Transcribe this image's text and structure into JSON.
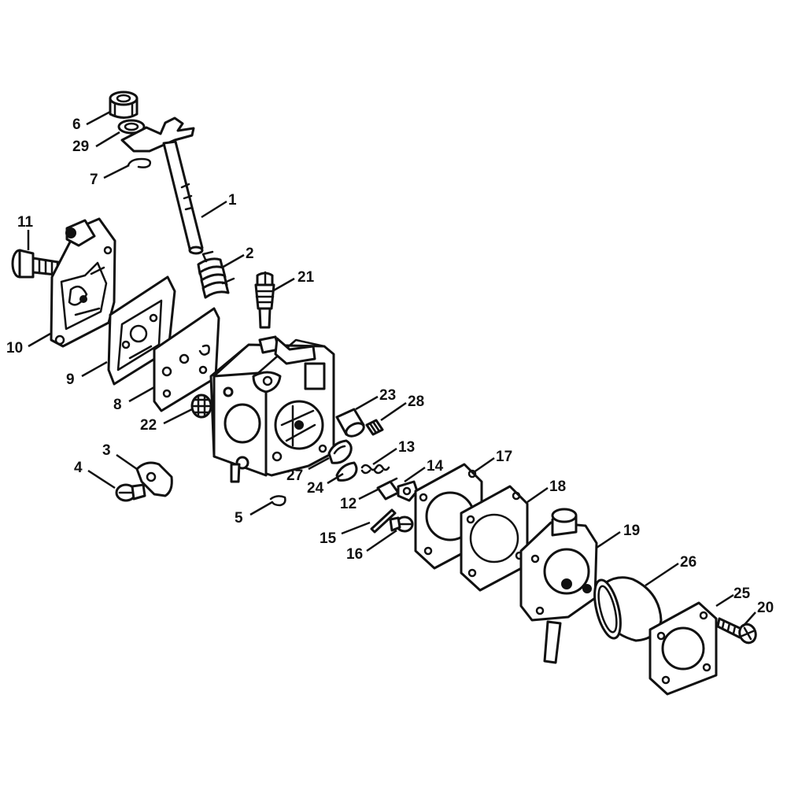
{
  "callouts": [
    {
      "id": "c6",
      "text": "6"
    },
    {
      "id": "c29",
      "text": "29"
    },
    {
      "id": "c7",
      "text": "7"
    },
    {
      "id": "c1",
      "text": "1"
    },
    {
      "id": "c11",
      "text": "11"
    },
    {
      "id": "c2",
      "text": "2"
    },
    {
      "id": "c21",
      "text": "21"
    },
    {
      "id": "c10",
      "text": "10"
    },
    {
      "id": "c9",
      "text": "9"
    },
    {
      "id": "c8",
      "text": "8"
    },
    {
      "id": "c22",
      "text": "22"
    },
    {
      "id": "c23",
      "text": "23"
    },
    {
      "id": "c28",
      "text": "28"
    },
    {
      "id": "c3",
      "text": "3"
    },
    {
      "id": "c13",
      "text": "13"
    },
    {
      "id": "c4",
      "text": "4"
    },
    {
      "id": "c14",
      "text": "14"
    },
    {
      "id": "c17",
      "text": "17"
    },
    {
      "id": "c27",
      "text": "27"
    },
    {
      "id": "c24",
      "text": "24"
    },
    {
      "id": "c12",
      "text": "12"
    },
    {
      "id": "c18",
      "text": "18"
    },
    {
      "id": "c5",
      "text": "5"
    },
    {
      "id": "c19",
      "text": "19"
    },
    {
      "id": "c15",
      "text": "15"
    },
    {
      "id": "c16",
      "text": "16"
    },
    {
      "id": "c26",
      "text": "26"
    },
    {
      "id": "c25",
      "text": "25"
    },
    {
      "id": "c20",
      "text": "20"
    }
  ]
}
